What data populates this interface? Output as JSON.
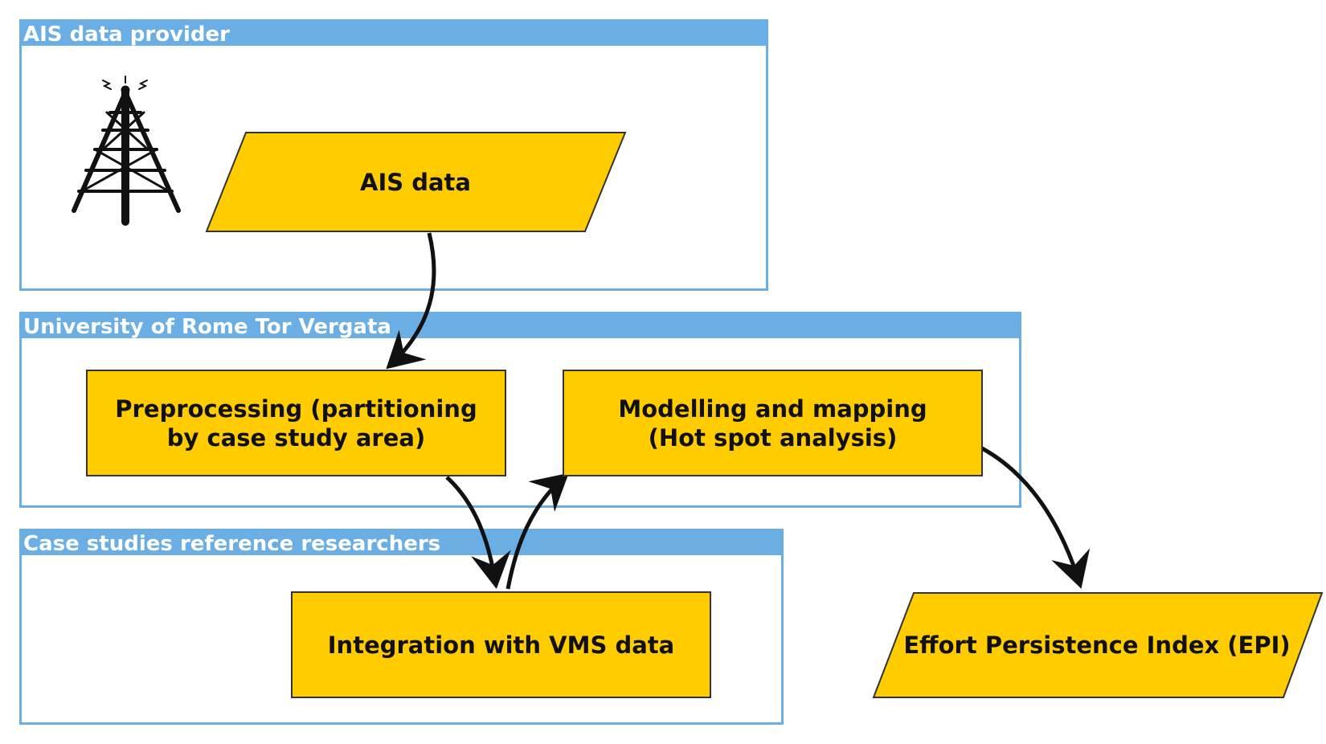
{
  "lanes": {
    "provider": {
      "title": "AIS data provider"
    },
    "university": {
      "title": "University of Rome Tor Vergata"
    },
    "researchers": {
      "title": "Case studies reference researchers"
    }
  },
  "nodes": {
    "ais_data": {
      "label": "AIS data"
    },
    "preprocessing": {
      "label": "Preprocessing (partitioning by case study area)"
    },
    "modelling": {
      "label": "Modelling and mapping (Hot spot analysis)"
    },
    "integration": {
      "label": "Integration with VMS data"
    },
    "epi": {
      "label": "Effort Persistence Index (EPI)"
    }
  },
  "icons": {
    "tower": "radio-tower-icon"
  },
  "colors": {
    "lane": "#6aaee3",
    "node_fill": "#ffcc00",
    "node_border": "#333333",
    "arrow": "#111111"
  }
}
